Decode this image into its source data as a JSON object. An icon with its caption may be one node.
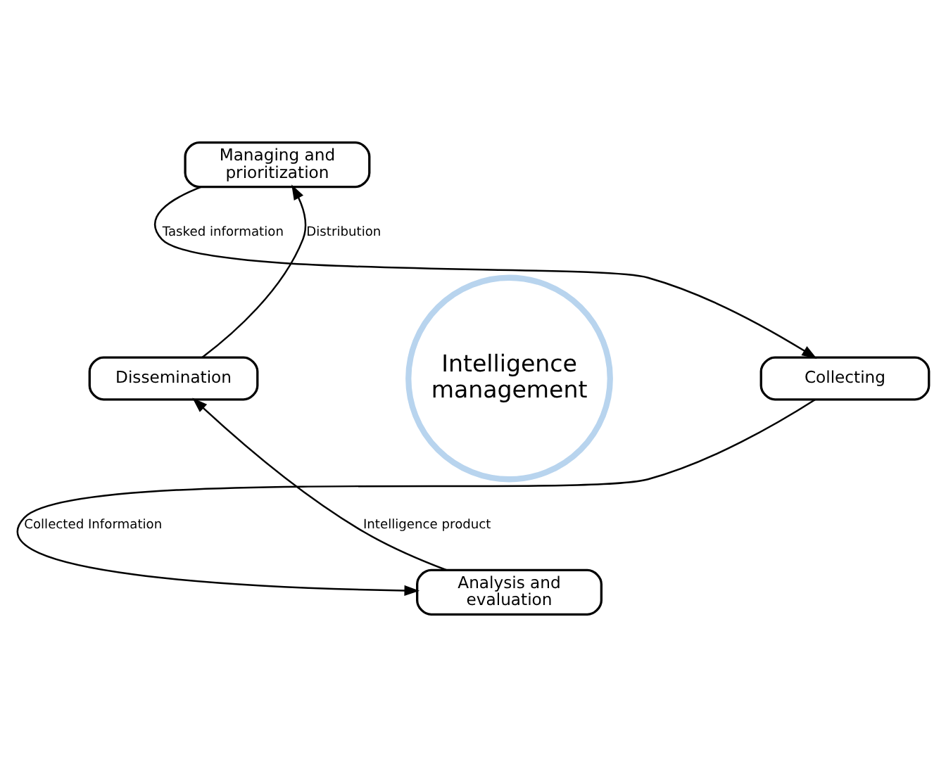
{
  "diagram": {
    "nodes": [
      {
        "text": [
          "Managing and prioritization"
        ]
      },
      {
        "text": [
          "Collecting"
        ]
      },
      {
        "text": [
          "Analysis and evaluation"
        ]
      },
      {
        "text": [
          "Dissemination"
        ]
      },
      {
        "text": [
          "Intelligence management"
        ]
      }
    ],
    "edges": [
      {
        "from": 0,
        "to": 1,
        "arrow": "to",
        "label": "Tasked information"
      },
      {
        "from": 1,
        "to": 2,
        "arrow": "to",
        "label": "Collected Information"
      },
      {
        "from": 2,
        "to": 3,
        "arrow": "to",
        "label": "Intelligence product"
      },
      {
        "from": 3,
        "to": 0,
        "arrow": "to",
        "label": "Distribution"
      }
    ]
  }
}
